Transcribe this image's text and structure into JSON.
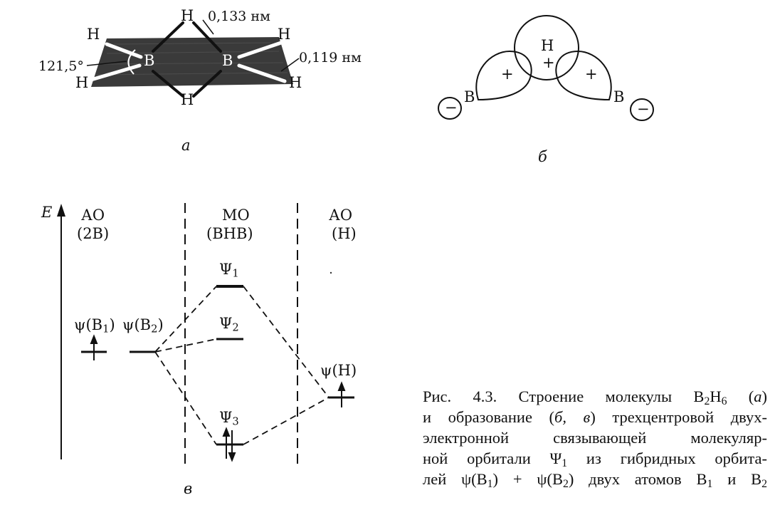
{
  "panel_a": {
    "atoms": {
      "h": "H",
      "b": "B"
    },
    "bond_long": "0,133 нм",
    "bond_short": "0,119 нм",
    "angle": "121,5°",
    "label": "а"
  },
  "panel_b": {
    "h": "H",
    "b": "B",
    "plus": "+",
    "minus": "−",
    "label": "б"
  },
  "panel_c": {
    "axis_label": "E",
    "col_left": {
      "line1": "АО",
      "line2": "(2В)"
    },
    "col_mid": {
      "line1": "МО",
      "line2": "(ВНВ)"
    },
    "col_right": {
      "line1": "АО",
      "line2": "(Н)"
    },
    "psi": "Ψ",
    "psi_small": "ψ",
    "sub1": "1",
    "sub2": "2",
    "sub3": "3",
    "b_open": "(B",
    "h_paren": "(H)",
    "close": ")",
    "label": "в"
  },
  "caption": {
    "line1_a": "Рис. 4.3. Строение молекулы B",
    "line1_sub2": "2",
    "line1_h": "H",
    "line1_sub6": "6",
    "line1_open": " (",
    "line1_a_it": "а",
    "line1_close": ")",
    "line2_a": "и образование (",
    "line2_bv": "б, в",
    "line2_b": ") трехцентровой двух-",
    "line3": "электронной связывающей молекуляр-",
    "line4_a": "ной орбитали Ψ",
    "line4_sub": "1",
    "line4_b": " из гибридных орбита-",
    "line5_a": "лей ψ(B",
    "line5_sub1": "1",
    "line5_b": ") + ψ(B",
    "line5_sub2": "2",
    "line5_c": ") двух атомов B",
    "line5_sub3": "1",
    "line5_d": " и B",
    "line5_sub4": "2"
  }
}
